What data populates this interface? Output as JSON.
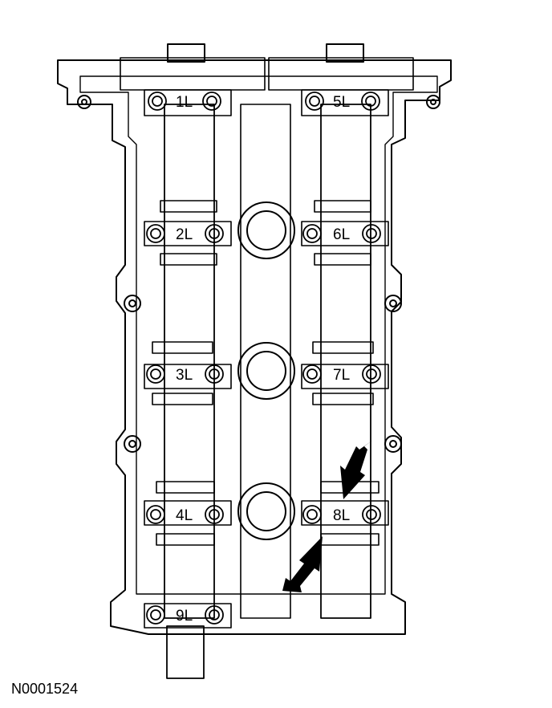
{
  "figure_id": "N0001524",
  "colors": {
    "ink": "#000000",
    "paper": "#ffffff"
  },
  "bolt_labels": [
    "1L",
    "2L",
    "3L",
    "4L",
    "5L",
    "6L",
    "7L",
    "8L",
    "9L"
  ],
  "arrows": [
    {
      "name": "arrow-upper",
      "points_to": "8L"
    },
    {
      "name": "arrow-lower",
      "points_to": "8L"
    }
  ]
}
